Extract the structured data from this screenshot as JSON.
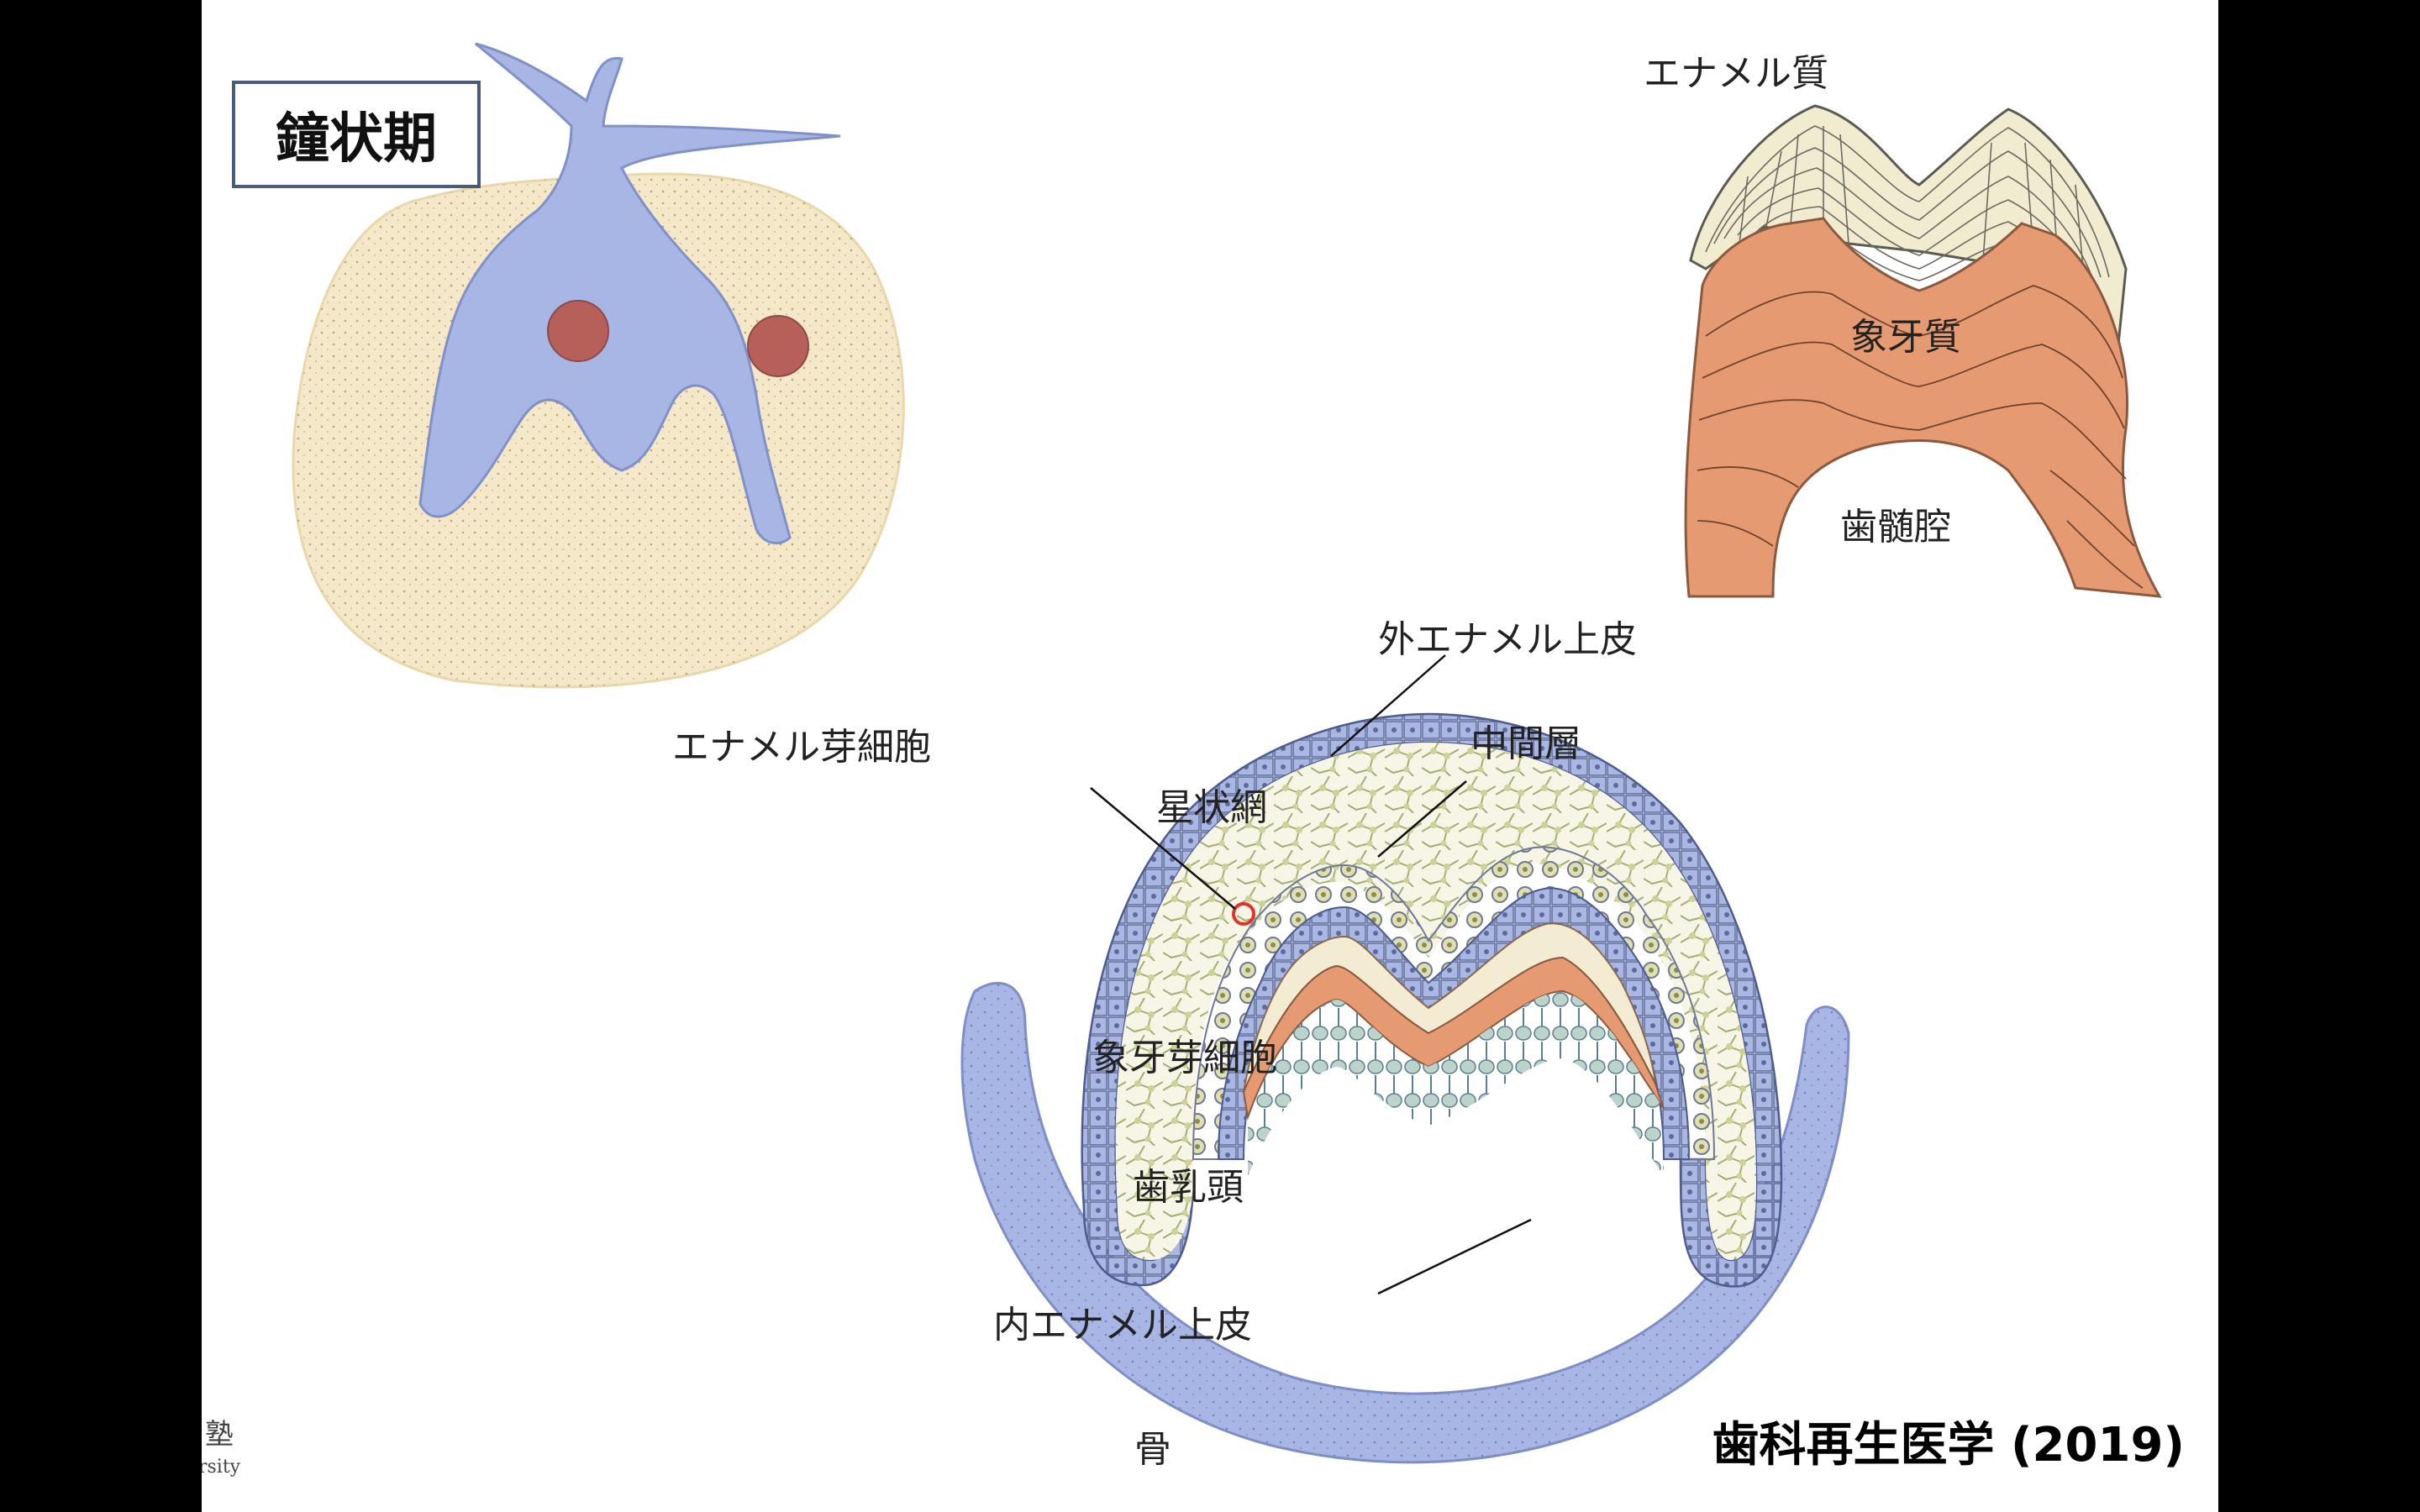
{
  "stage_label": "鐘状期",
  "citation": "歯科再生医学 (2019)",
  "logo": {
    "kanji": "塾",
    "text": "rsity"
  },
  "tooth_crown": {
    "enamel": "エナメル質",
    "dentin": "象牙質",
    "pulp_cavity": "歯髄腔"
  },
  "tooth_germ": {
    "outer_enamel_epithelium": "外エナメル上皮",
    "ameloblast": "エナメル芽細胞",
    "stratum_intermedium": "中間層",
    "stellate_reticulum": "星状網",
    "odontoblast": "象牙芽細胞",
    "dental_papilla": "歯乳頭",
    "inner_enamel_epithelium": "内エナメル上皮",
    "bone": "骨"
  },
  "colors": {
    "epithelium_blue": "#a7b6e4",
    "mesenchyme_cream": "#f4e8c8",
    "enamel_cream": "#f1ebcf",
    "dentin_orange": "#e69a72",
    "cell_yellow": "#e6e2a8",
    "red_marker": "#e0332a"
  }
}
